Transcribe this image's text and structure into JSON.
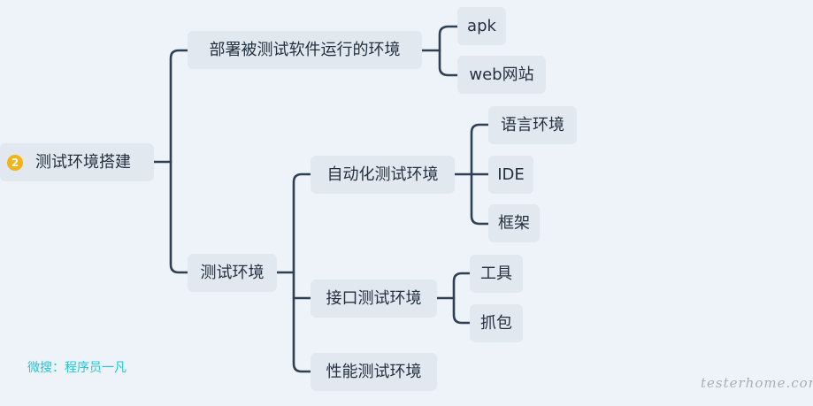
{
  "diagram": {
    "root": {
      "badge": "2",
      "label": "测试环境搭建",
      "badge_color": "#f2b317"
    },
    "nodes": {
      "deploy": "部署被测试软件运行的环境",
      "apk": "apk",
      "web": "web网站",
      "test_env": "测试环境",
      "auto_env": "自动化测试环境",
      "lang_env": "语言环境",
      "ide": "IDE",
      "framework": "框架",
      "api_env": "接口测试环境",
      "tools": "工具",
      "capture": "抓包",
      "perf_env": "性能测试环境"
    },
    "structure": [
      {
        "node": "deploy",
        "children": [
          "apk",
          "web"
        ]
      },
      {
        "node": "test_env",
        "children": [
          {
            "node": "auto_env",
            "children": [
              "lang_env",
              "ide",
              "framework"
            ]
          },
          {
            "node": "api_env",
            "children": [
              "tools",
              "capture"
            ]
          },
          {
            "node": "perf_env",
            "children": []
          }
        ]
      }
    ]
  },
  "watermark": {
    "left": "微搜：程序员一凡",
    "right": "testerhome.com"
  },
  "colors": {
    "background": "#edf3f9",
    "node_fill": "#e2e8f0",
    "connector": "#2f3f54",
    "text": "#23303f",
    "watermark_left": "#1fc7d8",
    "watermark_right": "#9fa7b2"
  }
}
